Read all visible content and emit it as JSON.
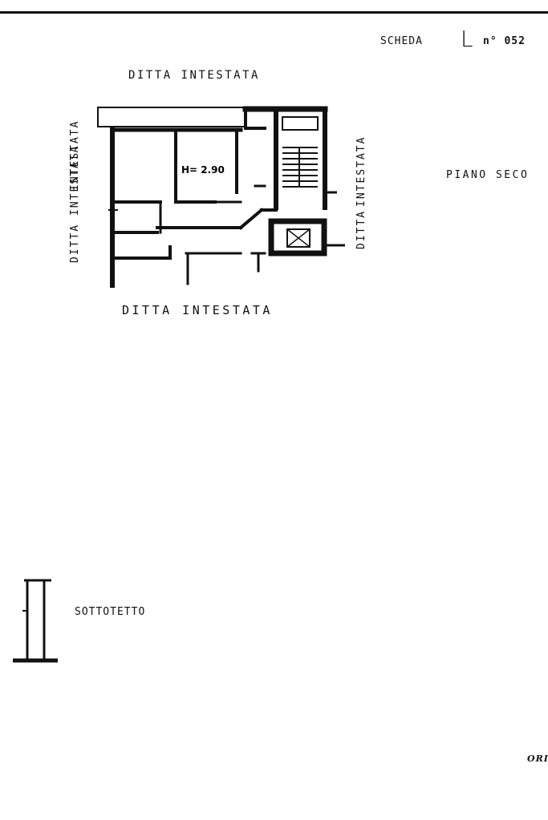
{
  "header": {
    "scheda_word": "SCHEDA",
    "scheda_letter": "L",
    "scheda_number": "n° 052"
  },
  "floorplan": {
    "top_neighbor": "DITTA INTESTATA",
    "bottom_neighbor": "DITTA INTESTATA",
    "left_neighbor_top": "INTESTATA",
    "left_neighbor_bottom": "DITTA INTESTATA",
    "right_neighbor_top": "INTESTATA",
    "right_neighbor_bottom": "DITTA",
    "room_height": "H= 2.90",
    "floor_label": "PIANO SECO"
  },
  "attic": {
    "label": "SOTTOTETTO"
  },
  "footer": {
    "orientation_label": "ORI"
  }
}
